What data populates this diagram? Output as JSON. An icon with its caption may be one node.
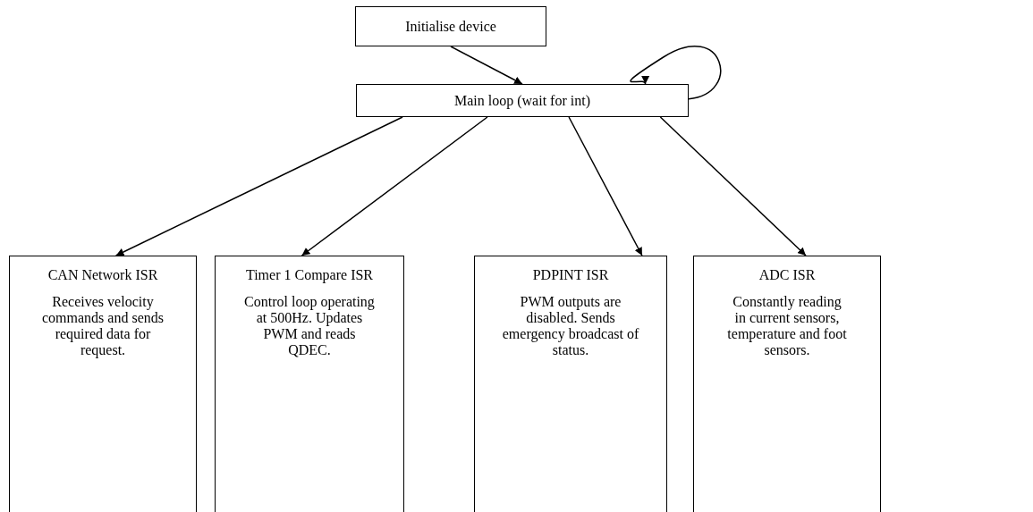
{
  "diagram": {
    "nodes": [
      {
        "text": [
          "Initialise device"
        ]
      },
      {
        "text": [
          "Main loop (wait for int)"
        ]
      },
      {
        "text": [
          "CAN Network ISR",
          "Receives velocity commands and sends required data for request."
        ]
      },
      {
        "text": [
          "Timer 1 Compare ISR",
          "Control loop operating at 500Hz. Updates PWM and reads QDEC."
        ]
      },
      {
        "text": [
          "PDPINT ISR",
          "PWM outputs are disabled.  Sends emergency broadcast of status."
        ]
      },
      {
        "text": [
          "ADC ISR",
          "Constantly reading in current sensors, temperature and foot sensors."
        ]
      }
    ],
    "edges": [
      {
        "from": 0,
        "to": 1,
        "arrow": "to"
      },
      {
        "from": 1,
        "to": 1,
        "arrow": "to"
      },
      {
        "from": 1,
        "to": 2,
        "arrow": "to"
      },
      {
        "from": 1,
        "to": 3,
        "arrow": "to"
      },
      {
        "from": 1,
        "to": 4,
        "arrow": "to"
      },
      {
        "from": 1,
        "to": 5,
        "arrow": "to"
      }
    ]
  }
}
